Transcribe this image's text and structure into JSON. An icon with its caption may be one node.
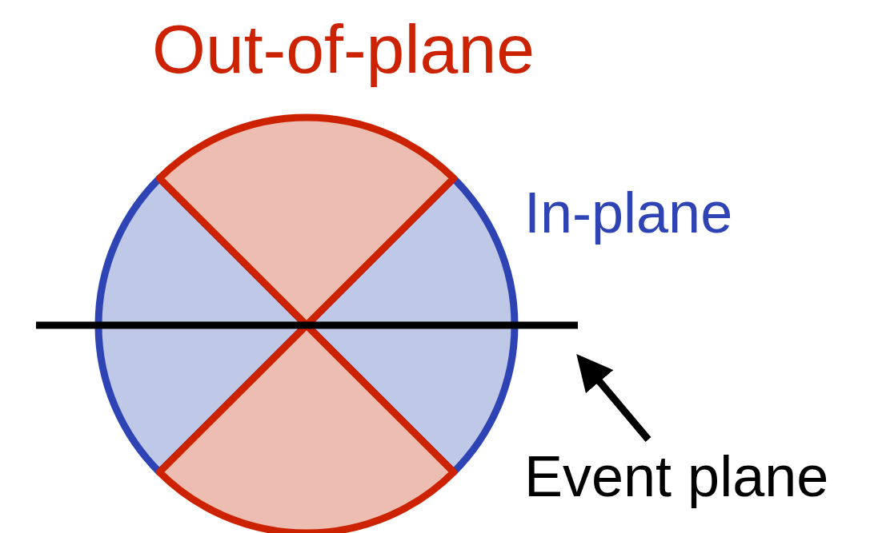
{
  "diagram": {
    "nodes": [
      {
        "text": [
          "Event plane"
        ]
      },
      {
        "text": [],
        "shape": "line"
      }
    ],
    "edges": [
      {
        "from": 0,
        "to": 1,
        "arrow": "to"
      }
    ],
    "labels": [
      "Out-of-plane",
      "In-plane"
    ]
  }
}
